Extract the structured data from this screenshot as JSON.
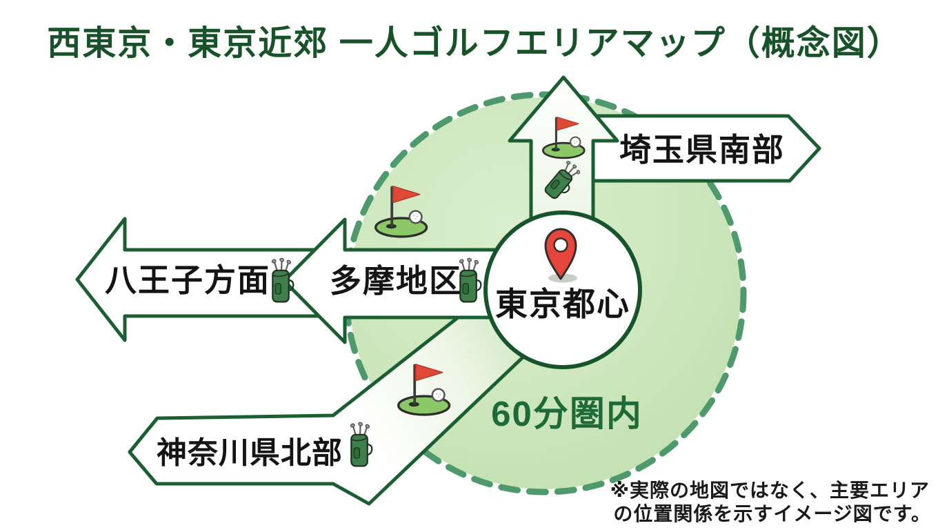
{
  "title": "西東京・東京近郊 一人ゴルフエリアマップ（概念図）",
  "map": {
    "center_label": "東京都心",
    "zone_label": "60分圏内",
    "areas": {
      "north": {
        "label": "埼玉県南部",
        "direction": "up"
      },
      "west_far": {
        "label": "八王子方面",
        "direction": "left-far"
      },
      "west_near": {
        "label": "多摩地区",
        "direction": "left"
      },
      "southwest": {
        "label": "神奈川県北部",
        "direction": "down-left"
      }
    }
  },
  "footnote": {
    "line1": "※実際の地図ではなく、主要エリア",
    "line2": "の位置関係を示すイメージ図です。"
  },
  "icons": {
    "center": "map-pin-icon",
    "course": "golf-flag-icon",
    "bag": "golf-bag-icon"
  },
  "colors": {
    "title_green": "#175229",
    "outline_green": "#1b5e31",
    "dash_green": "#4e9a6c",
    "zone_fill": "#c9e4b8",
    "zone_label_green": "#1e6a38",
    "pin_red": "#e5453b",
    "flag_red": "#e04936",
    "bag_green": "#3e7f4b",
    "label_black": "#141414"
  }
}
